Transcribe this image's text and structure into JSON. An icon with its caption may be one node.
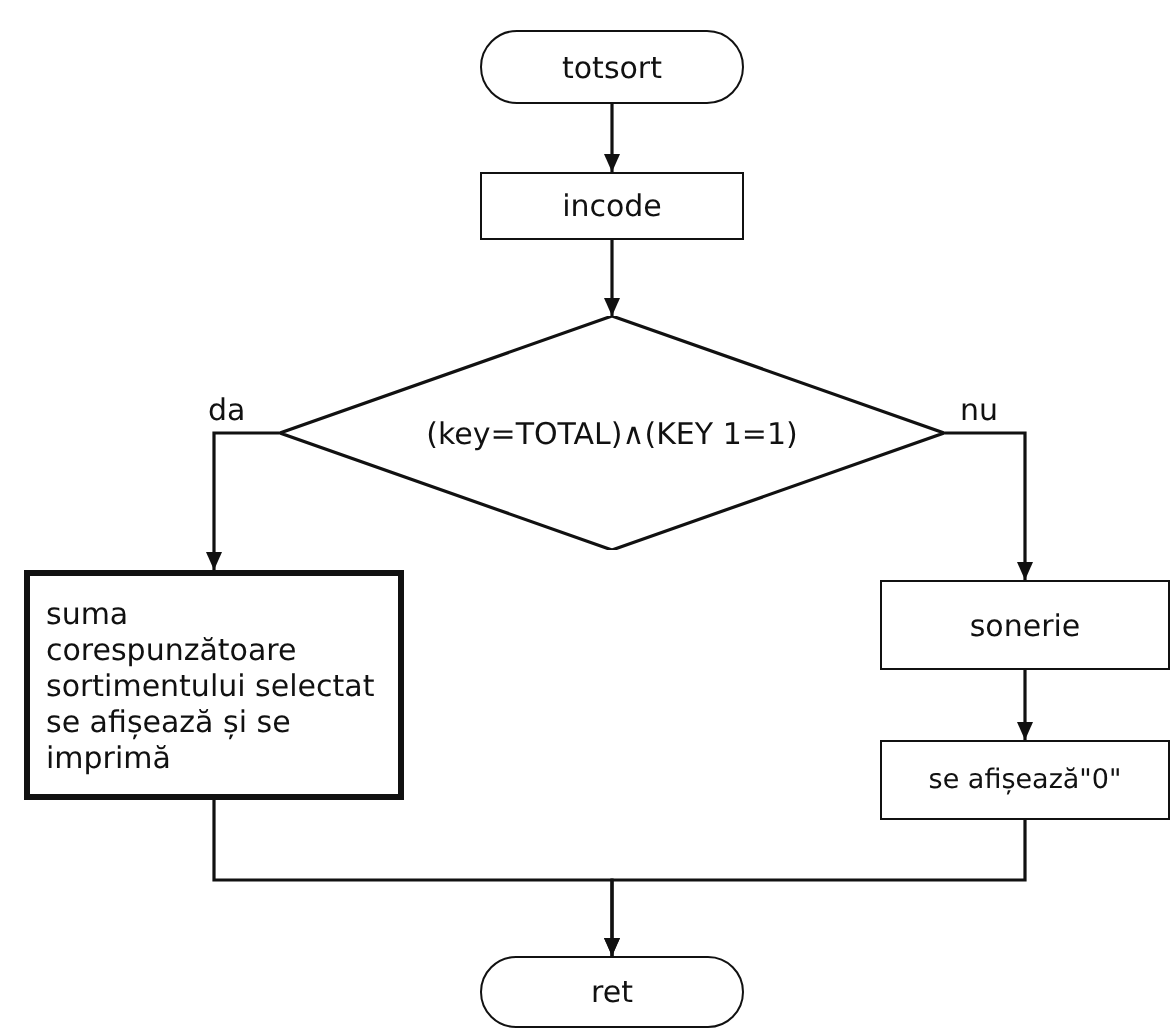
{
  "diagram": {
    "nodes": [
      {
        "text": [
          "totsort"
        ]
      },
      {
        "text": [
          "incode"
        ]
      },
      {
        "text": [
          "(key=TOTAL)∧(KEY 1=1)"
        ]
      },
      {
        "text": [
          "suma corespunzătoare sortimentului selectat se afișează și se imprimă"
        ]
      },
      {
        "text": [
          "sonerie"
        ]
      },
      {
        "text": [
          "se afișează\"0\""
        ]
      },
      {
        "text": [
          "ret"
        ]
      }
    ],
    "edges": [
      {
        "from": 0,
        "to": 1,
        "arrow": "to"
      },
      {
        "from": 1,
        "to": 2,
        "arrow": "to"
      },
      {
        "from": 2,
        "to": 3,
        "arrow": "to",
        "label": "da"
      },
      {
        "from": 2,
        "to": 4,
        "arrow": "to",
        "label": "nu"
      },
      {
        "from": 4,
        "to": 5,
        "arrow": "to"
      },
      {
        "from": 3,
        "to": 6,
        "arrow": "to"
      },
      {
        "from": 5,
        "to": 6,
        "arrow": "to"
      }
    ]
  }
}
